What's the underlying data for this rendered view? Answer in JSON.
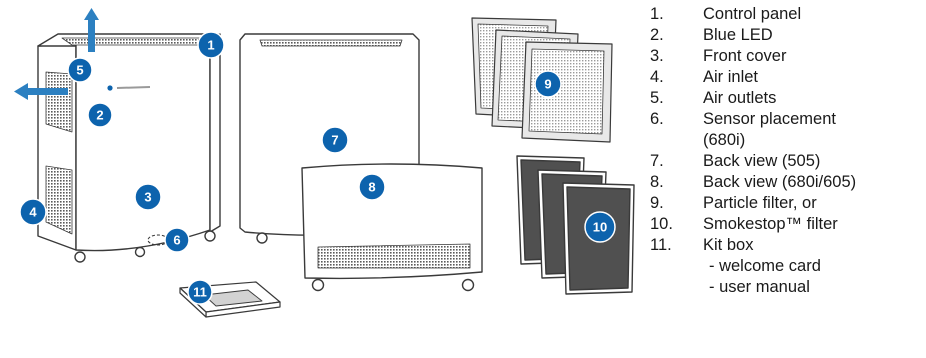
{
  "colors": {
    "badge": "#0d63ad",
    "arrow": "#2c80c1",
    "outline": "#3a3a3a",
    "filter_dark": "#505050",
    "text": "#1a1a1a"
  },
  "badges": [
    "1",
    "2",
    "3",
    "4",
    "5",
    "6",
    "7",
    "8",
    "9",
    "10",
    "11"
  ],
  "legend": {
    "items": [
      {
        "num": "1.",
        "label": "Control panel"
      },
      {
        "num": "2.",
        "label": "Blue LED"
      },
      {
        "num": "3.",
        "label": "Front cover"
      },
      {
        "num": "4.",
        "label": "Air inlet"
      },
      {
        "num": "5.",
        "label": "Air outlets"
      },
      {
        "num": "6.",
        "label": "Sensor placement"
      },
      {
        "num": "",
        "label": "(680i)"
      },
      {
        "num": "7.",
        "label": "Back view (505)"
      },
      {
        "num": "8.",
        "label": "Back view (680i/605)"
      },
      {
        "num": "9.",
        "label": "Particle filter, or"
      },
      {
        "num": "10.",
        "label": "Smokestop™ filter"
      },
      {
        "num": "11.",
        "label": "Kit box"
      }
    ],
    "subitems": [
      "- welcome card",
      "- user manual"
    ]
  }
}
